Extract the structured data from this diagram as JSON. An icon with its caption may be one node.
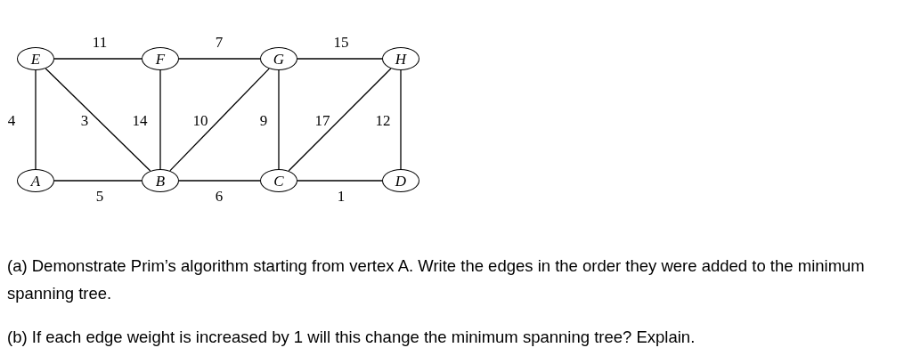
{
  "diagram": {
    "nodes": [
      {
        "text": [
          "E"
        ]
      },
      {
        "text": [
          "F"
        ]
      },
      {
        "text": [
          "G"
        ]
      },
      {
        "text": [
          "H"
        ]
      },
      {
        "text": [
          "A"
        ]
      },
      {
        "text": [
          "B"
        ]
      },
      {
        "text": [
          "C"
        ]
      },
      {
        "text": [
          "D"
        ]
      }
    ],
    "edges": [
      {
        "from": 0,
        "to": 1,
        "arrow": "none",
        "label": "11"
      },
      {
        "from": 1,
        "to": 2,
        "arrow": "none",
        "label": "7"
      },
      {
        "from": 2,
        "to": 3,
        "arrow": "none",
        "label": "15"
      },
      {
        "from": 0,
        "to": 4,
        "arrow": "none",
        "label": "4"
      },
      {
        "from": 0,
        "to": 5,
        "arrow": "none",
        "label": "3"
      },
      {
        "from": 1,
        "to": 5,
        "arrow": "none",
        "label": "14"
      },
      {
        "from": 5,
        "to": 2,
        "arrow": "none",
        "label": "10"
      },
      {
        "from": 2,
        "to": 6,
        "arrow": "none",
        "label": "9"
      },
      {
        "from": 6,
        "to": 3,
        "arrow": "none",
        "label": "17"
      },
      {
        "from": 3,
        "to": 7,
        "arrow": "none",
        "label": "12"
      },
      {
        "from": 4,
        "to": 5,
        "arrow": "none",
        "label": "5"
      },
      {
        "from": 5,
        "to": 6,
        "arrow": "none",
        "label": "6"
      },
      {
        "from": 6,
        "to": 7,
        "arrow": "none",
        "label": "1"
      }
    ],
    "labels": [
      "(a) Demonstrate Prim’s algorithm starting from vertex A.  Write the edges in the order they were added to the minimum spanning tree.",
      "(b) If each edge weight is increased by 1 will this change the minimum spanning tree?  Explain."
    ]
  }
}
